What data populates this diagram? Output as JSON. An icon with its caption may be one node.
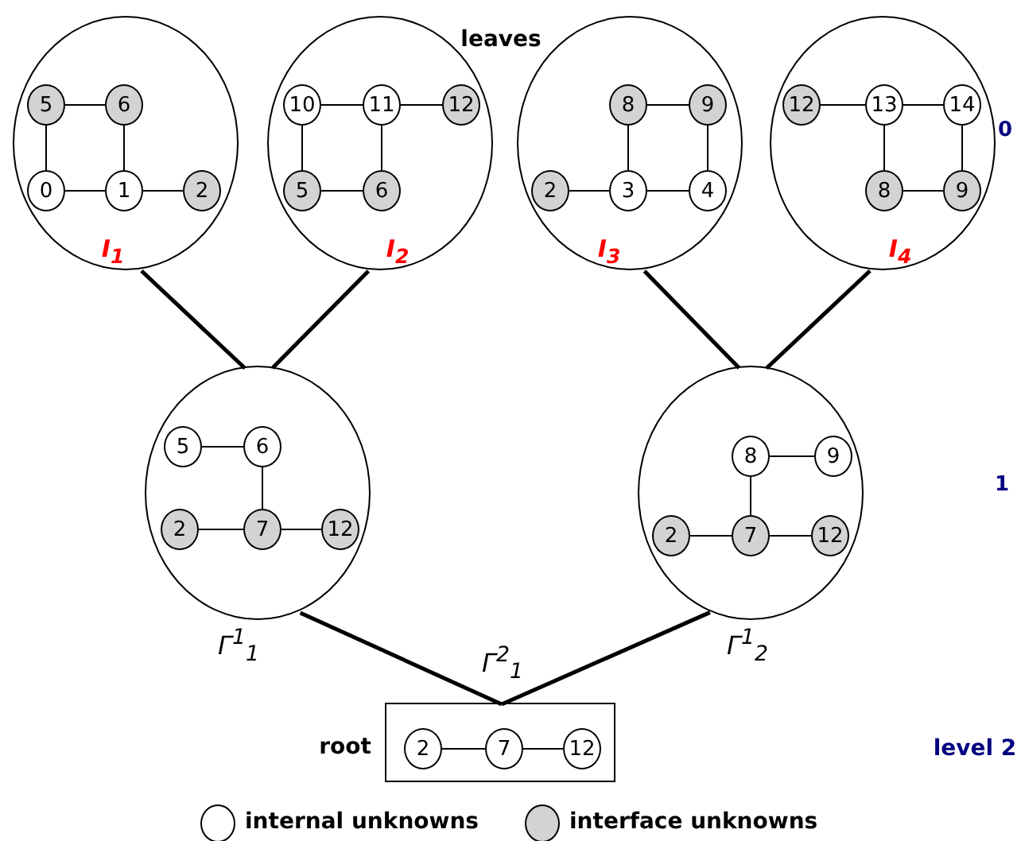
{
  "diagram": {
    "nodes": [
      {
        "text": [],
        "shape": "circle",
        "beside": [
          "I$_{1}$"
        ]
      },
      {
        "text": [
          "5"
        ],
        "in": 0
      },
      {
        "text": [
          "6"
        ],
        "in": 0
      },
      {
        "text": [
          "0"
        ],
        "in": 0
      },
      {
        "text": [
          "1"
        ],
        "in": 0
      },
      {
        "text": [
          "2"
        ],
        "in": 0
      },
      {
        "text": [],
        "shape": "circle",
        "beside": [
          "I$_{2}$"
        ]
      },
      {
        "text": [
          "10"
        ],
        "in": 6
      },
      {
        "text": [
          "11"
        ],
        "in": 6
      },
      {
        "text": [
          "12"
        ],
        "in": 6
      },
      {
        "text": [
          "5"
        ],
        "in": 6
      },
      {
        "text": [
          "6"
        ],
        "in": 6
      },
      {
        "text": [],
        "shape": "circle",
        "beside": [
          "I$_{3}$"
        ]
      },
      {
        "text": [
          "8"
        ],
        "in": 12
      },
      {
        "text": [
          "9"
        ],
        "in": 12
      },
      {
        "text": [
          "2"
        ],
        "in": 12
      },
      {
        "text": [
          "3"
        ],
        "in": 12
      },
      {
        "text": [
          "4"
        ],
        "in": 12
      },
      {
        "text": [],
        "shape": "circle",
        "beside": [
          "I$_{4}$"
        ]
      },
      {
        "text": [
          "12"
        ],
        "in": 18
      },
      {
        "text": [
          "13"
        ],
        "in": 18
      },
      {
        "text": [
          "14"
        ],
        "in": 18
      },
      {
        "text": [
          "8"
        ],
        "in": 18
      },
      {
        "text": [
          "9"
        ],
        "in": 18
      },
      {
        "text": [],
        "shape": "circle",
        "beside": [
          "Γ$^{1}$$_{1}$"
        ]
      },
      {
        "text": [
          "5"
        ],
        "in": 24
      },
      {
        "text": [
          "6"
        ],
        "in": 24
      },
      {
        "text": [
          "2"
        ],
        "in": 24
      },
      {
        "text": [
          "7"
        ],
        "in": 24
      },
      {
        "text": [
          "12"
        ],
        "in": 24
      },
      {
        "text": [],
        "shape": "circle",
        "beside": [
          "Γ$^{1}$$_{2}$"
        ]
      },
      {
        "text": [
          "8"
        ],
        "in": 30
      },
      {
        "text": [
          "9"
        ],
        "in": 30
      },
      {
        "text": [
          "2"
        ],
        "in": 30
      },
      {
        "text": [
          "7"
        ],
        "in": 30
      },
      {
        "text": [
          "12"
        ],
        "in": 30
      },
      {
        "text": [],
        "shape": "box",
        "beside": [
          "Γ$^{2}$$_{1}$",
          "root"
        ]
      },
      {
        "text": [
          "2"
        ],
        "in": 36
      },
      {
        "text": [
          "7"
        ],
        "in": 36
      },
      {
        "text": [
          "12"
        ],
        "in": 36
      }
    ],
    "edges": [
      {
        "from": 1,
        "to": 2,
        "arrow": "none"
      },
      {
        "from": 1,
        "to": 3,
        "arrow": "none"
      },
      {
        "from": 2,
        "to": 4,
        "arrow": "none"
      },
      {
        "from": 3,
        "to": 4,
        "arrow": "none"
      },
      {
        "from": 4,
        "to": 5,
        "arrow": "none"
      },
      {
        "from": 7,
        "to": 8,
        "arrow": "none"
      },
      {
        "from": 8,
        "to": 9,
        "arrow": "none"
      },
      {
        "from": 7,
        "to": 10,
        "arrow": "none"
      },
      {
        "from": 8,
        "to": 11,
        "arrow": "none"
      },
      {
        "from": 10,
        "to": 11,
        "arrow": "none"
      },
      {
        "from": 13,
        "to": 14,
        "arrow": "none"
      },
      {
        "from": 13,
        "to": 16,
        "arrow": "none"
      },
      {
        "from": 14,
        "to": 17,
        "arrow": "none"
      },
      {
        "from": 15,
        "to": 16,
        "arrow": "none"
      },
      {
        "from": 16,
        "to": 17,
        "arrow": "none"
      },
      {
        "from": 19,
        "to": 20,
        "arrow": "none"
      },
      {
        "from": 20,
        "to": 21,
        "arrow": "none"
      },
      {
        "from": 20,
        "to": 22,
        "arrow": "none"
      },
      {
        "from": 21,
        "to": 23,
        "arrow": "none"
      },
      {
        "from": 22,
        "to": 23,
        "arrow": "none"
      },
      {
        "from": 25,
        "to": 26,
        "arrow": "none"
      },
      {
        "from": 26,
        "to": 28,
        "arrow": "none"
      },
      {
        "from": 27,
        "to": 28,
        "arrow": "none"
      },
      {
        "from": 28,
        "to": 29,
        "arrow": "none"
      },
      {
        "from": 31,
        "to": 32,
        "arrow": "none"
      },
      {
        "from": 31,
        "to": 34,
        "arrow": "none"
      },
      {
        "from": 33,
        "to": 34,
        "arrow": "none"
      },
      {
        "from": 34,
        "to": 35,
        "arrow": "none"
      },
      {
        "from": 37,
        "to": 38,
        "arrow": "none"
      },
      {
        "from": 38,
        "to": 39,
        "arrow": "none"
      },
      {
        "from": 0,
        "to": 24,
        "arrow": "none",
        "style": "thick"
      },
      {
        "from": 6,
        "to": 24,
        "arrow": "none",
        "style": "thick"
      },
      {
        "from": 12,
        "to": 30,
        "arrow": "none",
        "style": "thick"
      },
      {
        "from": 18,
        "to": 30,
        "arrow": "none",
        "style": "thick"
      },
      {
        "from": 24,
        "to": 36,
        "arrow": "none",
        "style": "thick"
      },
      {
        "from": 30,
        "to": 36,
        "arrow": "none",
        "style": "thick"
      }
    ],
    "labels": [
      "leaves",
      "0",
      "1",
      "level 2"
    ],
    "legend": [
      {
        "text": "internal unknowns",
        "color": "#ffffff"
      },
      {
        "text": "interface unknowns",
        "color": "#d3d3d3"
      }
    ]
  }
}
